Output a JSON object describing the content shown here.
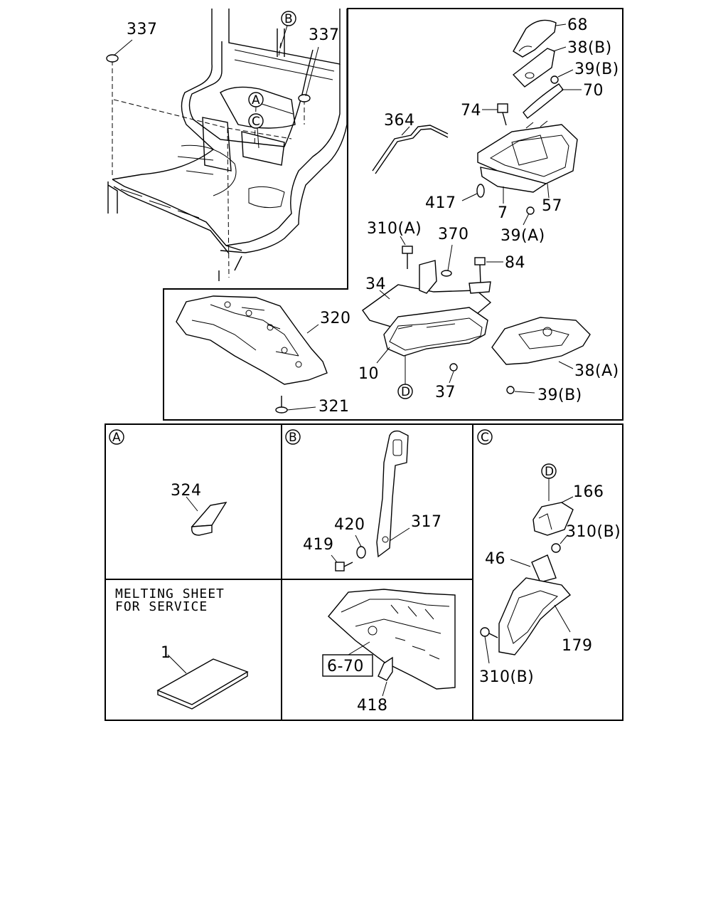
{
  "callouts": {
    "c337a": "337",
    "c337b": "337",
    "c68": "68",
    "c38b": "38(B)",
    "c39b_top": "39(B)",
    "c70": "70",
    "c74": "74",
    "c364": "364",
    "c417": "417",
    "c7": "7",
    "c57": "57",
    "c39a": "39(A)",
    "c310a": "310(A)",
    "c370": "370",
    "c84": "84",
    "c34": "34",
    "c320": "320",
    "c10": "10",
    "c38a": "38(A)",
    "c37": "37",
    "c39b_bot": "39(B)",
    "c321": "321",
    "c324": "324",
    "c420": "420",
    "c317": "317",
    "c419": "419",
    "c1": "1",
    "c418": "418",
    "c166": "166",
    "c310b_top": "310(B)",
    "c46": "46",
    "c179": "179",
    "c310b_bot": "310(B)"
  },
  "circle_refs": {
    "overview_a": "A",
    "overview_b": "B",
    "overview_c": "C",
    "main_d": "D",
    "panel_a": "A",
    "panel_b": "B",
    "panel_c": "C",
    "panel_c_d": "D"
  },
  "reference_box": "6-70",
  "note": {
    "line1": "MELTING SHEET",
    "line2": "FOR SERVICE"
  }
}
